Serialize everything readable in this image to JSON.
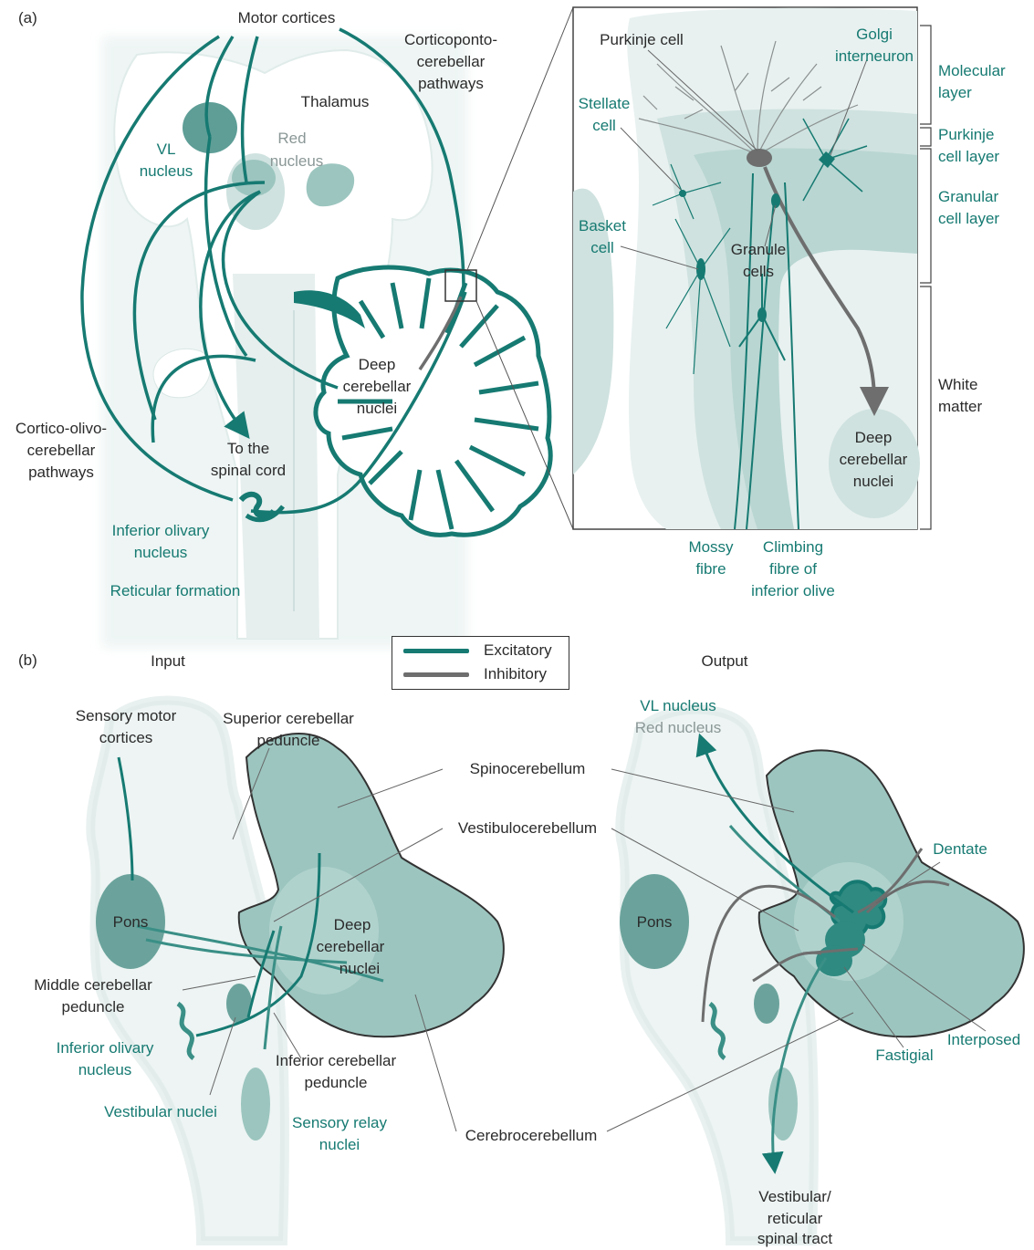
{
  "panel_a": {
    "tag": "(a)",
    "labels": {
      "motor_cortices": "Motor cortices",
      "thalamus": "Thalamus",
      "vl_nucleus_1": "VL",
      "vl_nucleus_2": "nucleus",
      "red_nucleus_1": "Red",
      "red_nucleus_2": "nucleus",
      "corticoponto_1": "Corticoponto-",
      "corticoponto_2": "cerebellar",
      "corticoponto_3": "pathways",
      "deep_nuclei_1": "Deep",
      "deep_nuclei_2": "cerebellar",
      "deep_nuclei_3": "nuclei",
      "cortico_olivo_1": "Cortico-olivo-",
      "cortico_olivo_2": "cerebellar",
      "cortico_olivo_3": "pathways",
      "spinal_1": "To the",
      "spinal_2": "spinal cord",
      "inferior_olivary_1": "Inferior olivary",
      "inferior_olivary_2": "nucleus",
      "reticular": "Reticular formation"
    },
    "inset": {
      "purkinje_cell": "Purkinje cell",
      "golgi_1": "Golgi",
      "golgi_2": "interneuron",
      "stellate_1": "Stellate",
      "stellate_2": "cell",
      "basket_1": "Basket",
      "basket_2": "cell",
      "granule_1": "Granule",
      "granule_2": "cells",
      "deep_1": "Deep",
      "deep_2": "cerebellar",
      "deep_3": "nuclei",
      "mossy_1": "Mossy",
      "mossy_2": "fibre",
      "climbing_1": "Climbing",
      "climbing_2": "fibre of",
      "climbing_3": "inferior olive"
    },
    "layers": {
      "molecular_1": "Molecular",
      "molecular_2": "layer",
      "purkinje_1": "Purkinje",
      "purkinje_2": "cell layer",
      "granular_1": "Granular",
      "granular_2": "cell layer",
      "white_1": "White",
      "white_2": "matter"
    }
  },
  "panel_b": {
    "tag": "(b)",
    "input_title": "Input",
    "output_title": "Output",
    "legend": {
      "excitatory": "Excitatory",
      "inhibitory": "Inhibitory"
    },
    "input": {
      "sensory_motor_1": "Sensory motor",
      "sensory_motor_2": "cortices",
      "superior_1": "Superior cerebellar",
      "superior_2": "peduncle",
      "pons": "Pons",
      "deep_1": "Deep",
      "deep_2": "cerebellar",
      "deep_3": "nuclei",
      "middle_1": "Middle cerebellar",
      "middle_2": "peduncle",
      "inferior_olivary_1": "Inferior olivary",
      "inferior_olivary_2": "nucleus",
      "vestibular_nuclei": "Vestibular nuclei",
      "inferior_ped_1": "Inferior cerebellar",
      "inferior_ped_2": "peduncle",
      "sensory_relay_1": "Sensory relay",
      "sensory_relay_2": "nuclei"
    },
    "center": {
      "spinocerebellum": "Spinocerebellum",
      "vestibulocerebellum": "Vestibulocerebellum",
      "cerebrocerebellum": "Cerebrocerebellum"
    },
    "output": {
      "vl_nucleus": "VL nucleus",
      "red_nucleus": "Red nucleus",
      "pons": "Pons",
      "dentate": "Dentate",
      "interposed": "Interposed",
      "fastigial": "Fastigial",
      "vestibular_1": "Vestibular/",
      "vestibular_2": "reticular",
      "vestibular_3": "spinal tract"
    }
  },
  "colors": {
    "excitatory": "#167a72",
    "inhibitory": "#6e6e6e",
    "tissue_light": "#e8f1f0",
    "tissue_mid": "#cfe2df",
    "tissue_dark": "#9cc5bf",
    "nucleus_fill": "#5e9e97"
  }
}
